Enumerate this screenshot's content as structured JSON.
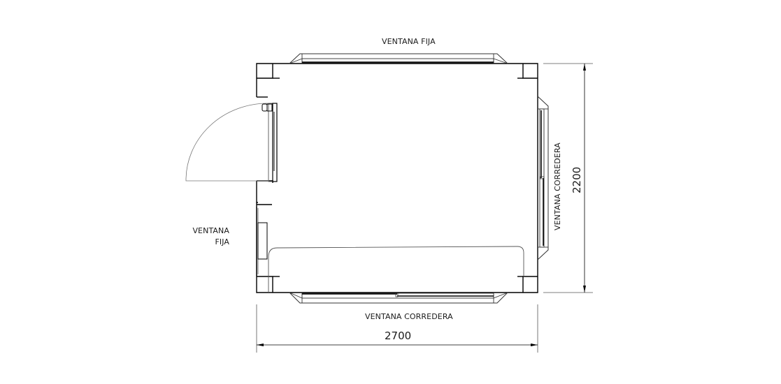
{
  "drawing": {
    "type": "floor plan",
    "colors": {
      "line": "#000000",
      "thin_line": "#555555",
      "background": "#ffffff"
    }
  },
  "labels": {
    "top_window": "VENTANA FIJA",
    "bottom_window": "VENTANA CORREDERA",
    "right_window": "VENTANA CORREDERA",
    "left_window_line1": "VENTANA",
    "left_window_line2": "FIJA"
  },
  "dimensions": {
    "width": "2700",
    "height": "2200"
  }
}
